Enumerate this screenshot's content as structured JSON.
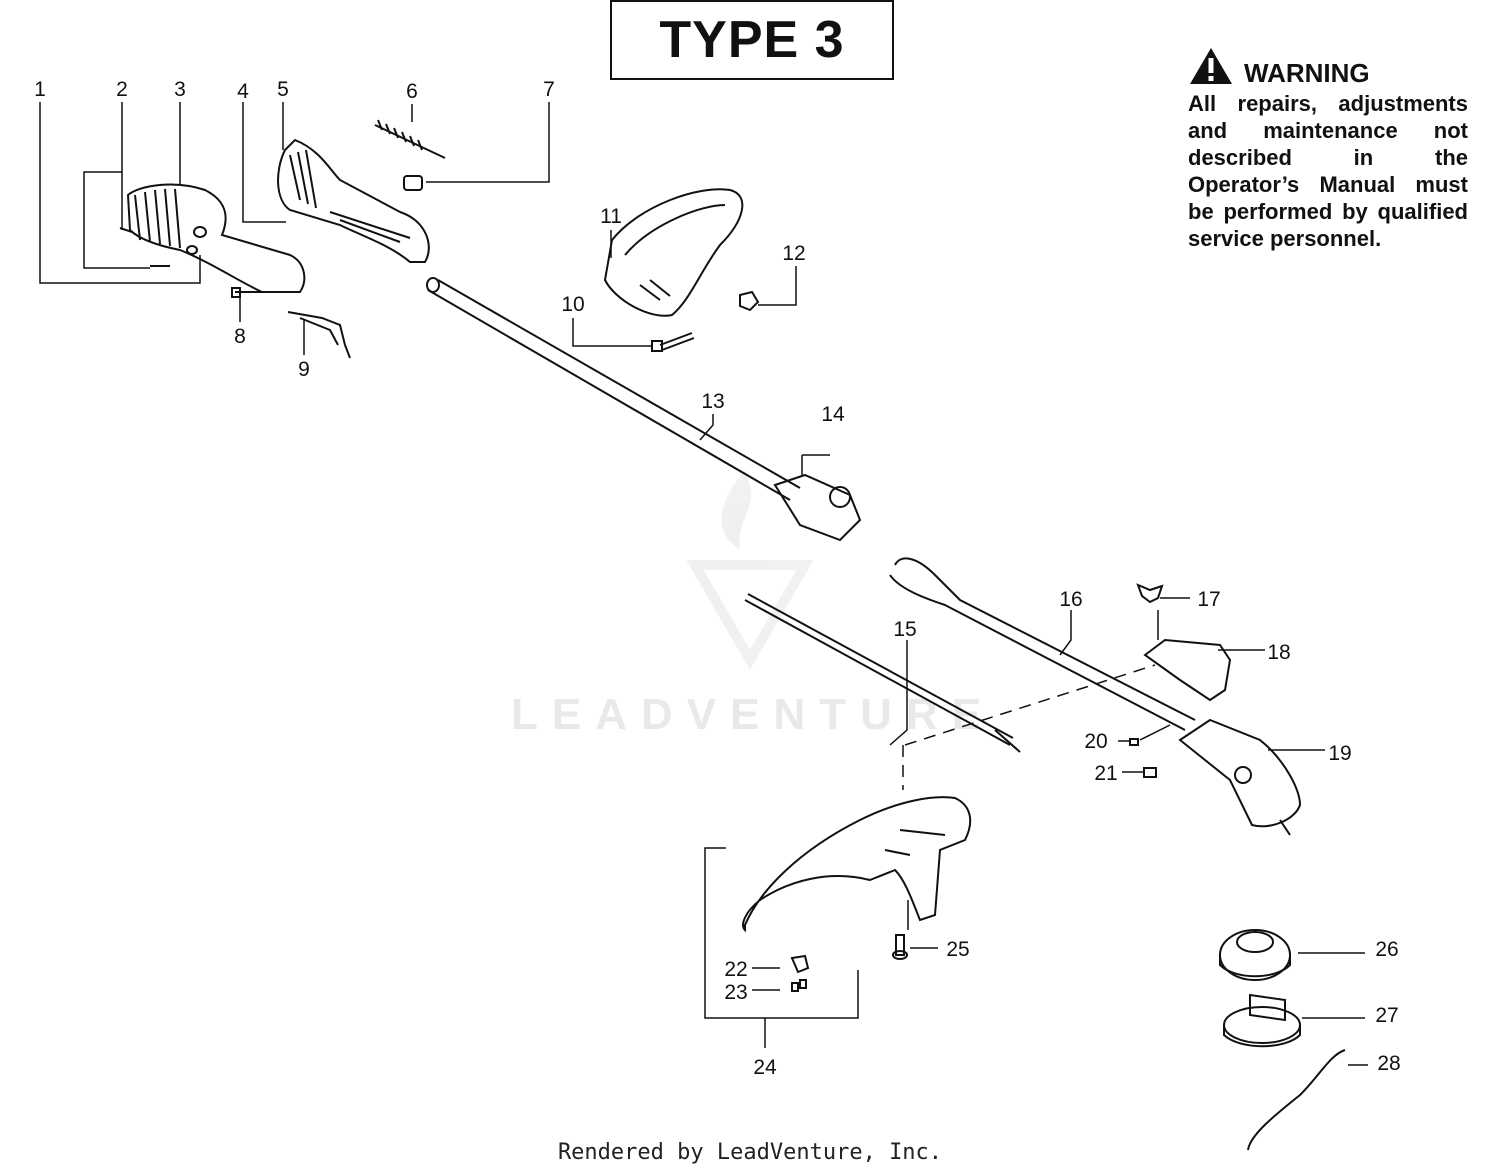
{
  "title": "TYPE 3",
  "warning": {
    "heading": "WARNING",
    "text": "All repairs, adjustments and maintenance not described in the Operator’s Manual must be performed by qualified service personnel."
  },
  "watermark": "LEADVENTURE",
  "footer": "Rendered by LeadVenture, Inc.",
  "callouts": [
    "1",
    "2",
    "3",
    "4",
    "5",
    "6",
    "7",
    "8",
    "9",
    "10",
    "11",
    "12",
    "13",
    "14",
    "15",
    "16",
    "17",
    "18",
    "19",
    "20",
    "21",
    "22",
    "23",
    "24",
    "25",
    "26",
    "27",
    "28"
  ]
}
